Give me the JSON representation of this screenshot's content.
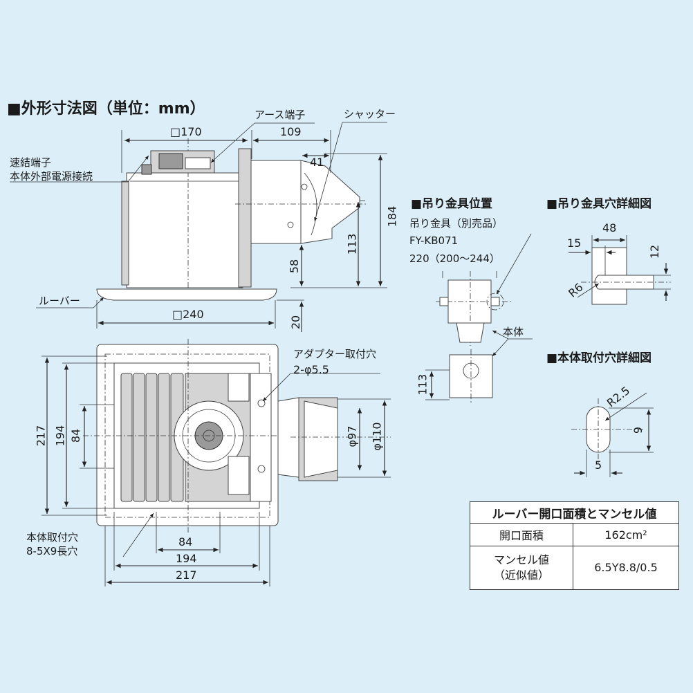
{
  "title": "■外形寸法図（単位：mm）",
  "labels": {
    "earth_terminal": "アース端子",
    "shutter": "シャッター",
    "quick_terminal_line1": "速結端子",
    "quick_terminal_line2": "本体外部電源接続",
    "louver": "ルーバー",
    "adapter_hole_line1": "アダプター取付穴",
    "adapter_hole_line2": "2-φ5.5",
    "body_hole_line1": "本体取付穴",
    "body_hole_line2": "8-5X9長穴"
  },
  "side_view_dims": {
    "top_width": "□170",
    "right_width": "109",
    "duct_offset": "41",
    "total_height": "184",
    "duct_height": "113",
    "duct_bottom": "58",
    "louver_width": "□240",
    "louver_height": "20"
  },
  "plan_view_dims": {
    "left_outer": "217",
    "left_mid": "194",
    "left_inner": "84",
    "bottom_inner": "84",
    "bottom_mid": "194",
    "bottom_outer": "217",
    "duct_inner": "φ97",
    "duct_outer": "φ110"
  },
  "bracket_position": {
    "title": "■吊り金具位置",
    "line1": "吊り金具（別売品）",
    "line2": "FY-KB071",
    "line3": "220（200〜244）",
    "body_label": "本体",
    "height_dim": "113"
  },
  "bracket_hole_detail": {
    "title": "■吊り金具穴詳細図",
    "dim_48": "48",
    "dim_15": "15",
    "dim_12": "12",
    "radius": "R6"
  },
  "body_hole_detail": {
    "title": "■本体取付穴詳細図",
    "radius": "R2.5",
    "dim_9": "9",
    "dim_5": "5"
  },
  "munsell_table": {
    "title": "ルーバー開口面積とマンセル値",
    "row1_label": "開口面積",
    "row1_value": "162cm²",
    "row2_label_line1": "マンセル値",
    "row2_label_line2": "（近似値）",
    "row2_value": "6.5Y8.8/0.5"
  }
}
